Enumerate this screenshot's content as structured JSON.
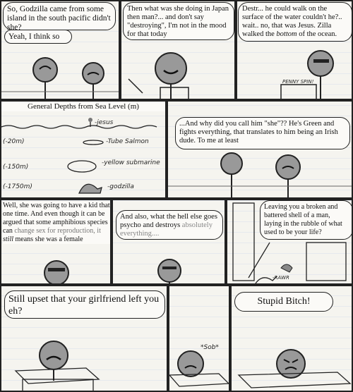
{
  "panel1": {
    "bubble1": "So, Godzilla came from some island in the south pacific didn't she?",
    "bubble2": "Yeah, I think so"
  },
  "panel2": {
    "bubble1": "Then what was she doing in Japan then man?... and don't say \"destroying\", I'm not in the mood for that today"
  },
  "panel3": {
    "bubble1_a": "Destr... he could walk on the surface of the water couldn't he?.. wait.. no, that was Jesus. Zilla walked the ",
    "bubble1_em": "bottom",
    "bubble1_b": " of the ocean.",
    "sign": "PENNY SPIN!"
  },
  "panel4": {
    "title": "General Depths from Sea Level (m)",
    "labels": [
      "-jesus",
      "-Tube Salmon",
      "-yellow submarine",
      "-godzilla"
    ],
    "depths": [
      "(-20m)",
      "(-150m)",
      "(-1750m)"
    ]
  },
  "panel5": {
    "bubble1": "...And why did you call him \"she\"?? He's Green and fights everything, that translates to him being an Irish dude. To me at least"
  },
  "panel6": {
    "text_a": "Well, she was going to have a kid that one time. And even though it can be argued that some amphibious species can",
    "text_faint": "change sex for reproduction, it",
    "text_em": "still",
    "text_b": "means she was a female"
  },
  "panel7": {
    "bubble_a": "And also, what the hell else goes psycho and destroys",
    "bubble_faint": "absolutely everything...."
  },
  "panel8": {
    "bubble1": "Leaving you a broken and battered shell of a man, laying in the rubble of what used to be your life?",
    "sfx": "-RAWR"
  },
  "panel9": {
    "bubble1": "Still upset that your girlfriend left you eh?"
  },
  "panel10": {
    "sfx": "*Sob*"
  },
  "panel11": {
    "bubble1": "Stupid Bitch!"
  }
}
